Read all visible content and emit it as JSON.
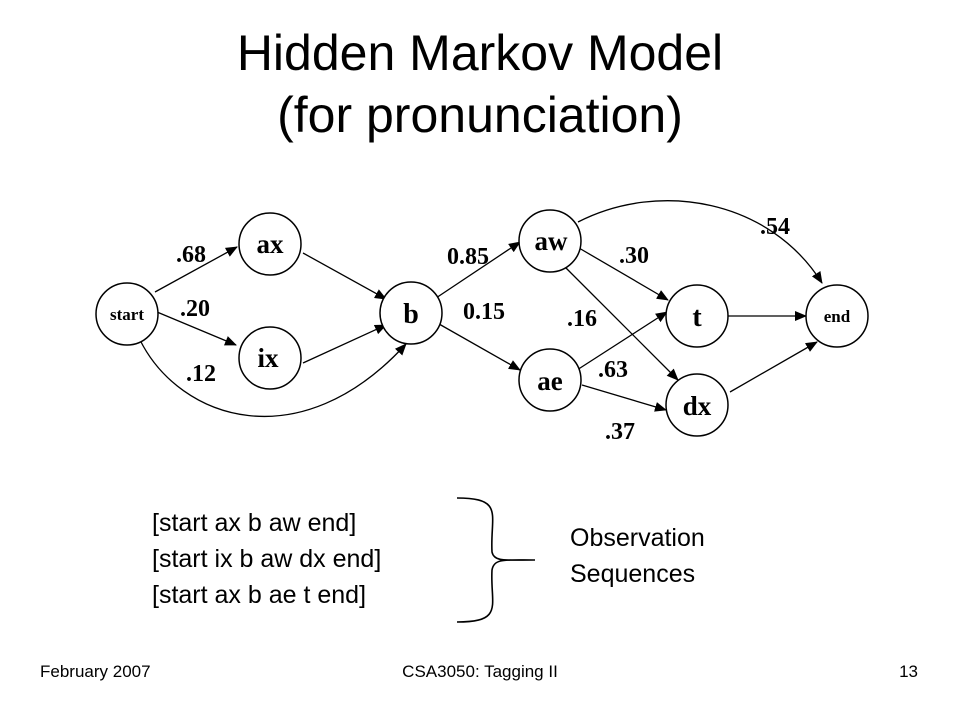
{
  "title": {
    "line1": "Hidden Markov Model",
    "line2": "(for pronunciation)"
  },
  "diagram": {
    "nodes": [
      {
        "id": "start",
        "label": "start"
      },
      {
        "id": "ax",
        "label": "ax"
      },
      {
        "id": "ix",
        "label": "ix"
      },
      {
        "id": "b",
        "label": "b"
      },
      {
        "id": "aw",
        "label": "aw"
      },
      {
        "id": "ae",
        "label": "ae"
      },
      {
        "id": "t",
        "label": "t"
      },
      {
        "id": "dx",
        "label": "dx"
      },
      {
        "id": "end",
        "label": "end"
      }
    ],
    "edges": [
      {
        "from": "start",
        "to": "ax",
        "prob": ".68"
      },
      {
        "from": "start",
        "to": "ix",
        "prob": ".20"
      },
      {
        "from": "start",
        "to": "b",
        "prob": ".12"
      },
      {
        "from": "ax",
        "to": "b",
        "prob": ""
      },
      {
        "from": "ix",
        "to": "b",
        "prob": ""
      },
      {
        "from": "b",
        "to": "aw",
        "prob": "0.85"
      },
      {
        "from": "b",
        "to": "ae",
        "prob": "0.15"
      },
      {
        "from": "aw",
        "to": "end",
        "prob": ".54"
      },
      {
        "from": "aw",
        "to": "t",
        "prob": ".30"
      },
      {
        "from": "aw",
        "to": "dx",
        "prob": ".16"
      },
      {
        "from": "ae",
        "to": "t",
        "prob": ".63"
      },
      {
        "from": "ae",
        "to": "dx",
        "prob": ".37"
      },
      {
        "from": "t",
        "to": "end",
        "prob": ""
      },
      {
        "from": "dx",
        "to": "end",
        "prob": ""
      }
    ]
  },
  "sequences": [
    "[start ax b aw end]",
    "[start ix b aw dx end]",
    "[start ax b ae t end]"
  ],
  "observation": {
    "line1": "Observation",
    "line2": "Sequences"
  },
  "footer": {
    "date": "February 2007",
    "course": "CSA3050: Tagging II",
    "page": "13"
  }
}
